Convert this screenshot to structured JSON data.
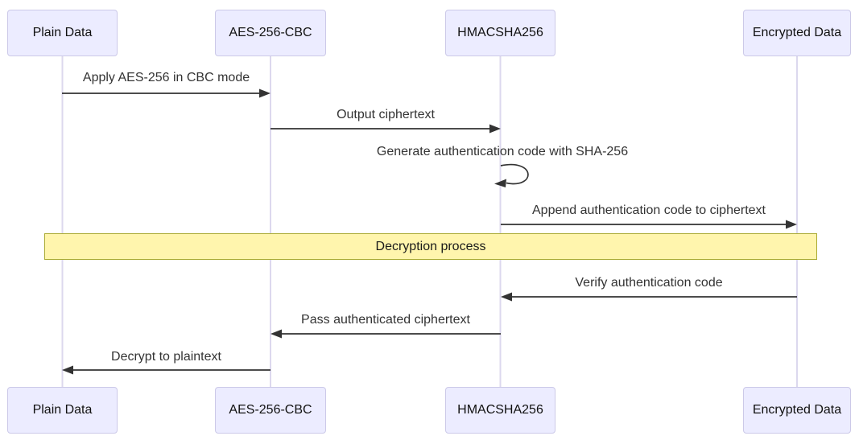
{
  "diagram_type": "sequence-diagram",
  "actors": [
    {
      "id": "plain-data",
      "label": "Plain Data"
    },
    {
      "id": "aes-256-cbc",
      "label": "AES-256-CBC"
    },
    {
      "id": "hmacsha256",
      "label": "HMACSHA256"
    },
    {
      "id": "encrypted-data",
      "label": "Encrypted Data"
    }
  ],
  "messages": [
    {
      "from": "plain-data",
      "to": "aes-256-cbc",
      "direction": "right",
      "text": "Apply AES-256 in CBC mode"
    },
    {
      "from": "aes-256-cbc",
      "to": "hmacsha256",
      "direction": "right",
      "text": "Output ciphertext"
    },
    {
      "from": "hmacsha256",
      "to": "hmacsha256",
      "direction": "self",
      "text": "Generate authentication code with SHA-256"
    },
    {
      "from": "hmacsha256",
      "to": "encrypted-data",
      "direction": "right",
      "text": "Append authentication code to ciphertext"
    },
    {
      "from": "encrypted-data",
      "to": "hmacsha256",
      "direction": "left",
      "text": "Verify authentication code"
    },
    {
      "from": "hmacsha256",
      "to": "aes-256-cbc",
      "direction": "left",
      "text": "Pass authenticated ciphertext"
    },
    {
      "from": "aes-256-cbc",
      "to": "plain-data",
      "direction": "left",
      "text": "Decrypt to plaintext"
    }
  ],
  "note": {
    "text": "Decryption process",
    "span": "all-actors"
  },
  "colors": {
    "actor_fill": "#ECECFF",
    "actor_border": "#CCC9E8",
    "lifeline": "#DCD8EE",
    "arrow": "#333333",
    "note_fill": "#FFF5AD",
    "note_border": "#AAAA33",
    "text": "#333333",
    "background": "#FFFFFF"
  }
}
